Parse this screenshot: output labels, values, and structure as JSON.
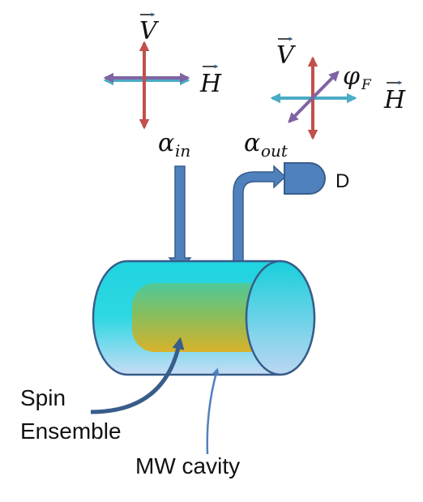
{
  "polarization_in": {
    "V_label": "V",
    "H_label": "H"
  },
  "polarization_out": {
    "V_label": "V",
    "H_label": "H",
    "faraday_symbol": "φ",
    "faraday_subscript": "F"
  },
  "beams": {
    "in_symbol": "α",
    "in_subscript": "in",
    "out_symbol": "α",
    "out_subscript": "out"
  },
  "detector": {
    "label": "D"
  },
  "labels": {
    "spin_line1": "Spin",
    "spin_line2": "Ensemble",
    "cavity": "MW cavity"
  },
  "colors": {
    "red_arrow": "#c0504d",
    "teal_arrow": "#4bacc6",
    "purple_arrow": "#8064a2",
    "blue_beam": "#4f81bd",
    "beam_outline": "#385d8a",
    "cavity_top": "#1fd3e0",
    "cavity_bottom": "#c8dcf5",
    "ensemble_green": "#5cc58b",
    "ensemble_gold": "#d8b22a"
  }
}
